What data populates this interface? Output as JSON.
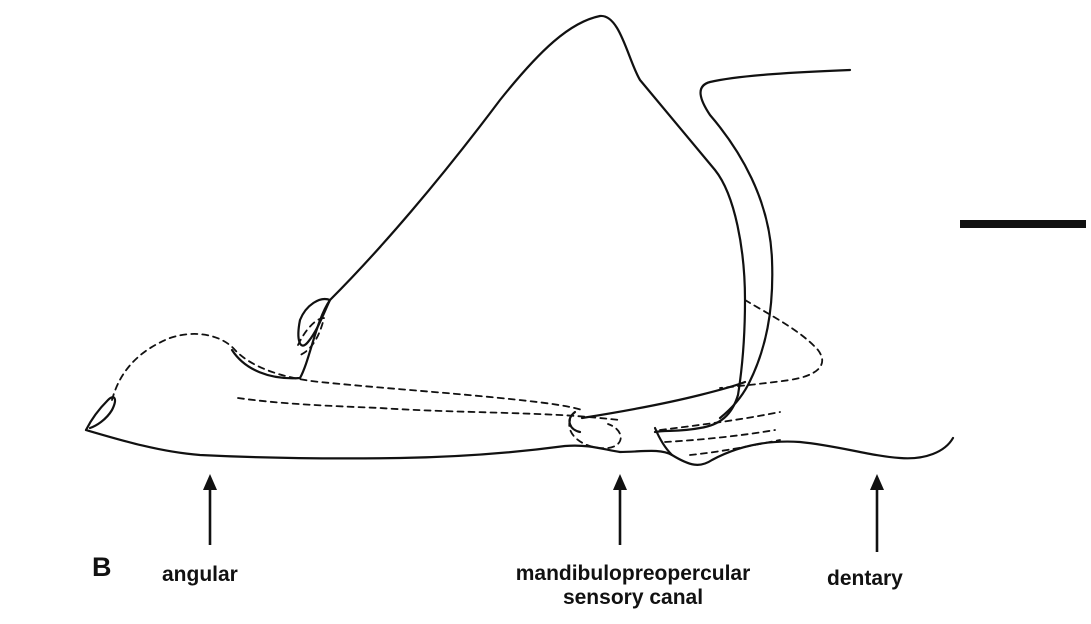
{
  "panel_letter": "B",
  "labels": {
    "angular": "angular",
    "canal_line1": "mandibulopreopercular",
    "canal_line2": "sensory canal",
    "dentary": "dentary"
  },
  "colors": {
    "ink": "#111111",
    "background": "#ffffff"
  }
}
